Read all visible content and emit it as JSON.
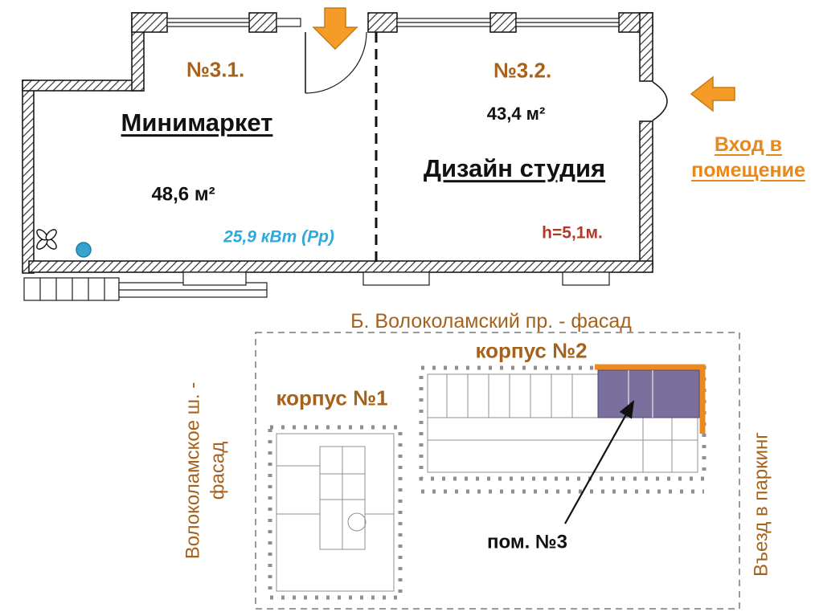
{
  "colors": {
    "brown_label": "#a6621b",
    "orange_accent": "#ee8a1d",
    "cyan_power": "#2fa8dc",
    "dark_red": "#b03a2a",
    "purple_unit": "#7b6f9e",
    "blue_marker": "#35a3cd"
  },
  "floor_plan": {
    "unit1": {
      "number": "№3.1.",
      "name": "Минимаркет",
      "area": "48,6 м²",
      "power": "25,9 кВт (Рр)"
    },
    "unit2": {
      "number": "№3.2.",
      "name": "Дизайн студия",
      "area": "43,4 м²",
      "ceiling_height": "h=5,1м."
    },
    "entrance_label": "Вход в\nпомещение"
  },
  "site_plan": {
    "top_facade_label": "Б. Волоколамский пр. - фасад",
    "left_facade_label": "Волоколамское ш. -\nфасад",
    "right_parking_label": "Въезд в паркинг",
    "building1_label": "корпус №1",
    "building2_label": "корпус №2",
    "unit_label": "пом. №3"
  }
}
